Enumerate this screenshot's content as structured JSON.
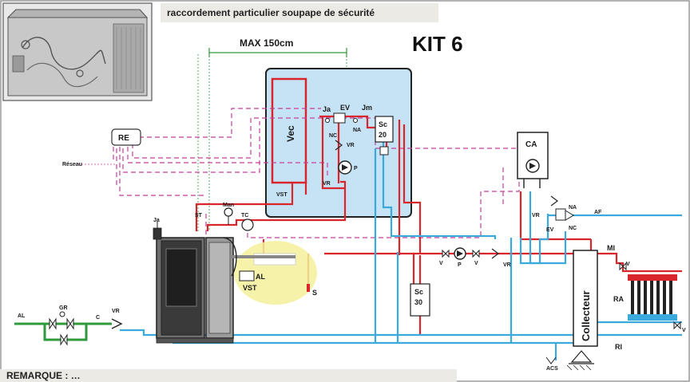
{
  "title": "KIT 6",
  "top_note": "raccordement particulier soupape de sécurité",
  "bottom_note": "REMARQUE : …",
  "max_distance": "MAX 150cm",
  "labels": {
    "re": "RE",
    "reseau": "Réseau",
    "vec": "Vec",
    "ja_top": "Ja",
    "ev": "EV",
    "jm": "Jm",
    "sc20_a": "Sc",
    "sc20_b": "20",
    "na_top": "NA",
    "nc_top": "NC",
    "vr_top": "VR",
    "p_top": "P",
    "vst_small": "VST",
    "vr_small": "VR",
    "st": "ST",
    "man": "Man",
    "tc": "TC",
    "ja_left": "Ja",
    "al_vst": "AL",
    "vst": "VST",
    "s": "S",
    "sc30_a": "Sc",
    "sc30_b": "30",
    "v1": "V",
    "p_mid": "P",
    "v2": "V",
    "vr_mid": "VR",
    "ca": "CA",
    "vr_right": "VR",
    "na_right": "NA",
    "ev_right": "EV",
    "nc_right": "NC",
    "af": "AF",
    "mi": "MI",
    "v_top_right": "V",
    "ra": "RA",
    "v_bottom_right": "V",
    "ri": "RI",
    "collecteur": "Collecteur",
    "al_left": "AL",
    "gr": "GR",
    "c": "C",
    "vr_left": "VR",
    "acs": "ACS"
  },
  "colors": {
    "red": "#d8262c",
    "blue": "#3aa9dc",
    "green": "#2f9a3c",
    "magenta": "#c63f9c",
    "tank_bg": "#c5e3f4",
    "yellow": "#f5f09a"
  }
}
